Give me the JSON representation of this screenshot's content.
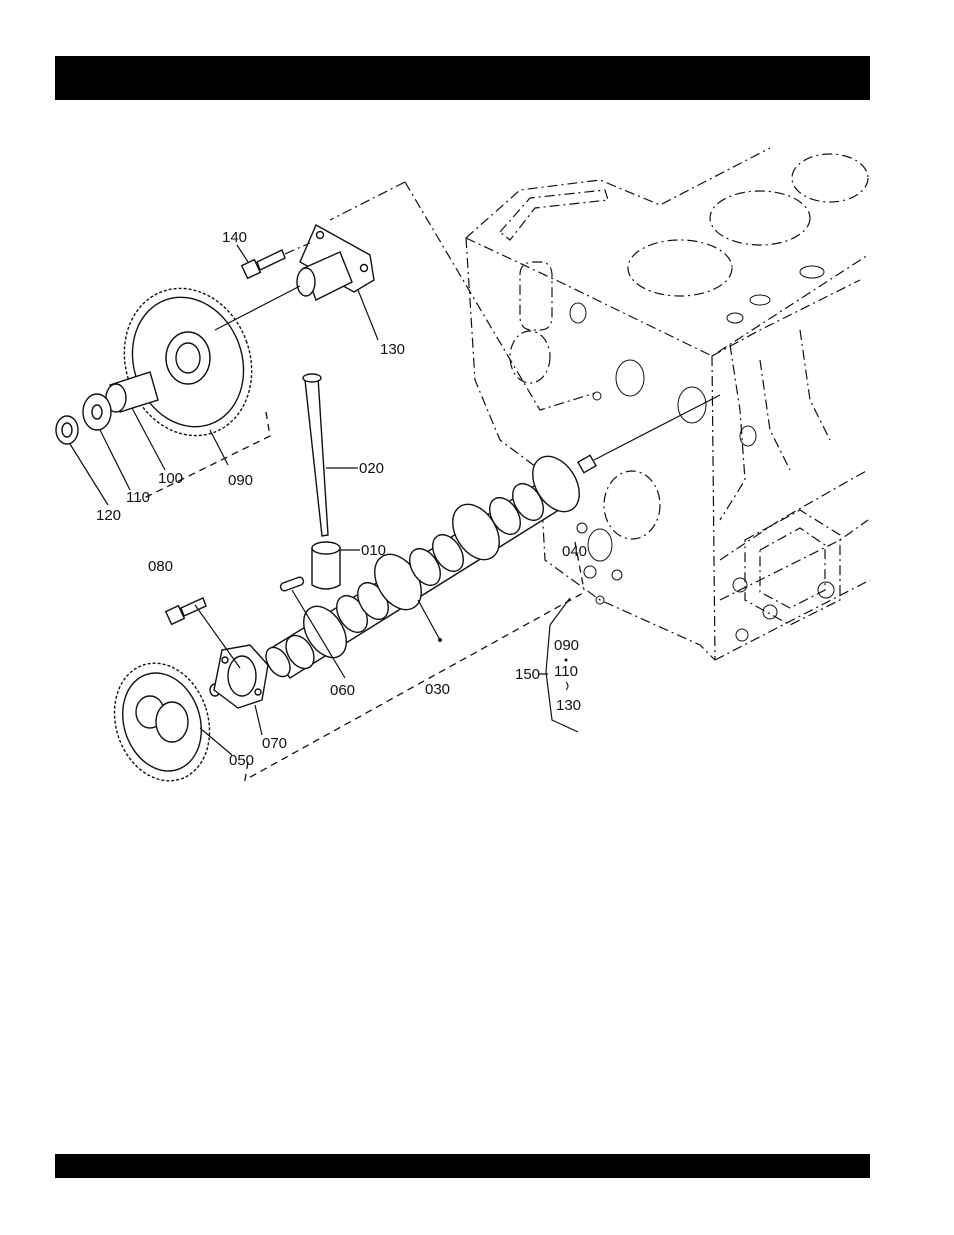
{
  "colors": {
    "bar": "#000000",
    "ink": "#111111",
    "paper": "#ffffff"
  },
  "labels": {
    "p010": "010",
    "p020": "020",
    "p030": "030",
    "p040": "040",
    "p050": "050",
    "p060": "060",
    "p070": "070",
    "p080": "080",
    "p090": "090",
    "p100": "100",
    "p110": "110",
    "p120": "120",
    "p130": "130",
    "p140": "140",
    "p150": "150"
  },
  "kit": {
    "label": "150",
    "item_1": "090",
    "item_2": "110",
    "item_3": "130"
  }
}
